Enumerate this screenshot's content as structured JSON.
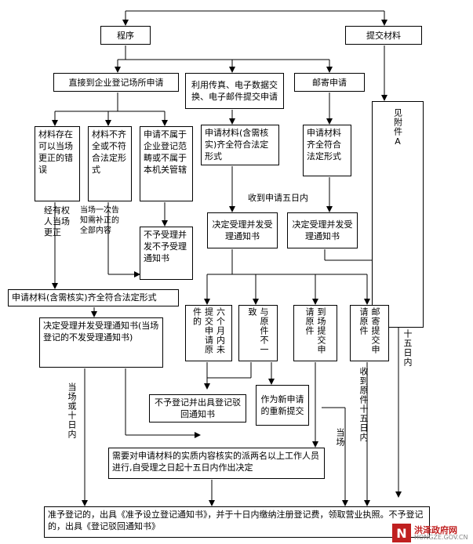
{
  "nodes": {
    "procedure": "程序",
    "submit_materials": "提交材料",
    "direct_apply": "直接到企业登记场所申请",
    "fax_apply": "利用传真、电子数据交换、电子邮件提交申请",
    "mail_apply": "邮寄申请",
    "see_attachment": "见附件A",
    "correctable_errors": "材料存在可以当场更正的错误",
    "incomplete": "材料不齐全或不符合法定形式",
    "out_of_scope": "申请不属于企业登记范畴或不属于本机关管辖",
    "fax_complete": "申请材料(含需核实)齐全符合法定形式",
    "mail_complete": "申请材料齐全符合法定形式",
    "not_accept": "不予受理并发不予受理通知书",
    "accept_fax": "决定受理并发受理通知书",
    "accept_mail": "决定受理并发受理通知书",
    "complete_main": "申请材料(含需核实)齐全符合法定形式",
    "accept_main": "决定受理并发受理通知书(当场登记的不发受理通知书)",
    "six_months": "六个月内未提交申请原件的",
    "mismatch": "与原件不一致",
    "onsite_submit": "到场提交申请原件",
    "mail_submit": "邮寄提交申请原件",
    "reject_notice": "不予登记并出具登记驳回通知书",
    "new_application": "作为新申请的重新提交",
    "verify": "需要对申请材料的实质内容核实的派两名以上工作人员进行,自受理之日起十五日内作出决定",
    "final": "准予登记的，出具《准予设立登记通知书》，并于十日内缴纳注册登记费，领取营业执照。不予登记的，出具《登记驳回通知书》"
  },
  "labels": {
    "corrected": "经有权人当场更正",
    "notify": "当场一次告知需补正的全部内容",
    "receive_five_days": "收到申请五日内",
    "onsite_or_ten_days": "当场或十日内",
    "fifteen_days": "十五日内",
    "receive_original_15": "收到原件十五日内",
    "onsite": "当场"
  },
  "watermark": {
    "brand": "洪泽政府网",
    "url": "HONGZE.GOV.CN"
  }
}
